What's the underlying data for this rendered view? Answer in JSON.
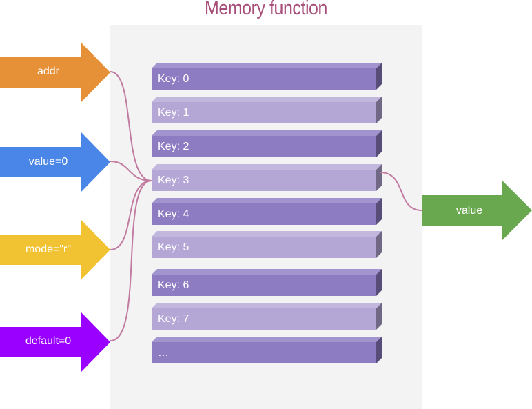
{
  "title": "Memory function",
  "inputs": [
    {
      "label": "addr",
      "color": "#e69138"
    },
    {
      "label": "value=0",
      "color": "#4a86e8"
    },
    {
      "label": "mode=\"r\"",
      "color": "#f1c232"
    },
    {
      "label": "default=0",
      "color": "#9900ff"
    }
  ],
  "output": {
    "label": "value",
    "color": "#6aa84f"
  },
  "keys": [
    "Key: 0",
    "Key: 1",
    "Key: 2",
    "Key: 3",
    "Key: 4",
    "Key: 5",
    "Key: 6",
    "Key: 7",
    "…"
  ],
  "colors": {
    "panel": "#f3f3f3",
    "key_dark": "#8e7cc3",
    "key_light": "#b4a7d6",
    "connector": "#c27ba0",
    "title": "#a64d79"
  }
}
